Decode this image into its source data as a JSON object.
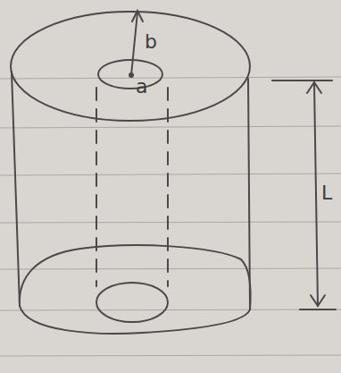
{
  "diagram": {
    "labels": [
      "b",
      "a",
      "L"
    ]
  }
}
